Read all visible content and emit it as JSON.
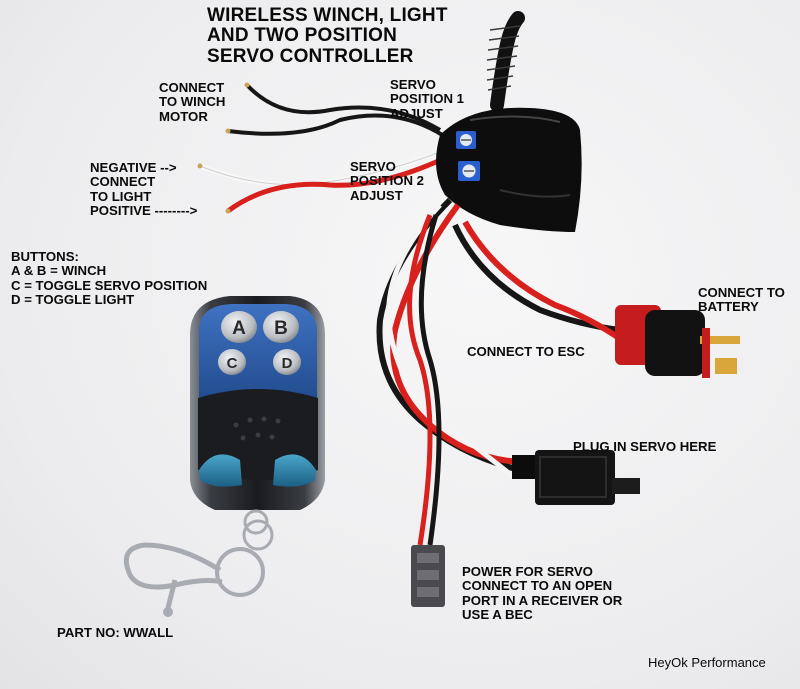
{
  "title": "WIRELESS WINCH, LIGHT\nAND TWO POSITION\nSERVO CONTROLLER",
  "labels": {
    "winch_motor": "CONNECT\nTO WINCH\nMOTOR",
    "light": "NEGATIVE -->\nCONNECT\nTO LIGHT\nPOSITIVE -------->",
    "servo_pos1": "SERVO\nPOSITION 1\nADJUST",
    "servo_pos2": "SERVO\nPOSITION 2\nADJUST",
    "buttons": "BUTTONS:\nA & B = WINCH\nC = TOGGLE SERVO POSITION\nD = TOGGLE LIGHT",
    "battery": "CONNECT TO\nBATTERY",
    "esc": "CONNECT TO ESC",
    "plug_servo": "PLUG IN SERVO HERE",
    "power_servo": "POWER FOR SERVO\nCONNECT TO AN OPEN\nPORT IN A RECEIVER OR\nUSE A BEC",
    "part_no": "PART NO: WWALL",
    "watermark": "HeyOk Performance"
  },
  "remote_keys": [
    "A",
    "B",
    "C",
    "D"
  ],
  "colors": {
    "wire_red": "#d8201c",
    "wire_black": "#161616",
    "wire_white": "#f4f4f4",
    "remote_blue": "#2f5fa8",
    "connector_red": "#c51d1d",
    "pot_blue": "#2a5fd0"
  }
}
